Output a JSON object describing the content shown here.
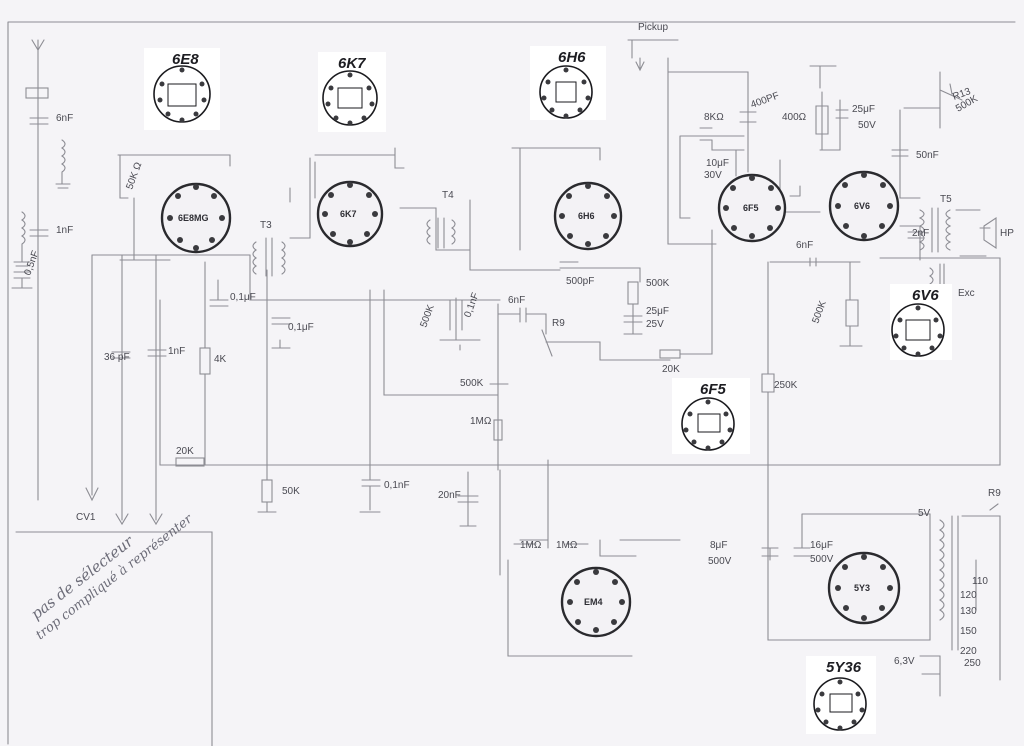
{
  "tubes": {
    "t1": "6E8MG",
    "t2": "6K7",
    "t3": "6H6",
    "t4": "6F5",
    "t5": "6V6",
    "t6": "EM4",
    "t7": "5Y3"
  },
  "cards": {
    "c1": "6E8",
    "c2": "6K7",
    "c3": "6H6",
    "c4": "6F5",
    "c5": "6V6",
    "c6": "5Y36"
  },
  "labels": {
    "pickup": "Pickup",
    "c6nf": "6nF",
    "c1nf_ant": "1nF",
    "c0_5nf": "0,5nF",
    "r50k": "50K Ω",
    "c36pf": "36 pF",
    "c1nf_b": "1nF",
    "r4k": "4K",
    "c0_1uf_a": "0,1μF",
    "c0_1uf_b": "0,1μF",
    "r20k_a": "20K",
    "r50k_b": "50K",
    "c0_1nf": "0,1nF",
    "t3": "T3",
    "t4": "T4",
    "t5": "T5",
    "r500k_a": "500K",
    "c0_1nf_b": "0,1nF",
    "c6nf_b": "6nF",
    "r9": "R9",
    "c500pf": "500pF",
    "r500k_b": "500K",
    "c25uf_a": "25μF",
    "v25": "25V",
    "r500k_c": "500K",
    "r1m": "1MΩ",
    "c20nf": "20nF",
    "r20k_b": "20K",
    "r8k": "8KΩ",
    "c400pf": "400PF",
    "c10uf": "10μF",
    "v30": "30V",
    "r400": "400Ω",
    "c25uf_b": "25μF",
    "v50": "50V",
    "r13": "R13",
    "r500k_pot": "500K",
    "c50nf": "50nF",
    "c2nf": "2nF",
    "c6nf_c": "6nF",
    "r500k_d": "500K",
    "r250k": "250K",
    "hp": "HP",
    "exc": "Exc",
    "r1m_a": "1MΩ",
    "r1m_b": "1MΩ",
    "c8uf": "8μF",
    "v500_a": "500V",
    "c16uf": "16μF",
    "v500_b": "500V",
    "r9b": "R9",
    "v5": "5V",
    "v63": "6,3V",
    "m110": "110",
    "m120": "120",
    "m130": "130",
    "m150": "150",
    "m220": "220",
    "m250": "250",
    "cv1": "CV1",
    "note1": "trop compliqué à représenter",
    "note2": "pas de sélecteur"
  }
}
